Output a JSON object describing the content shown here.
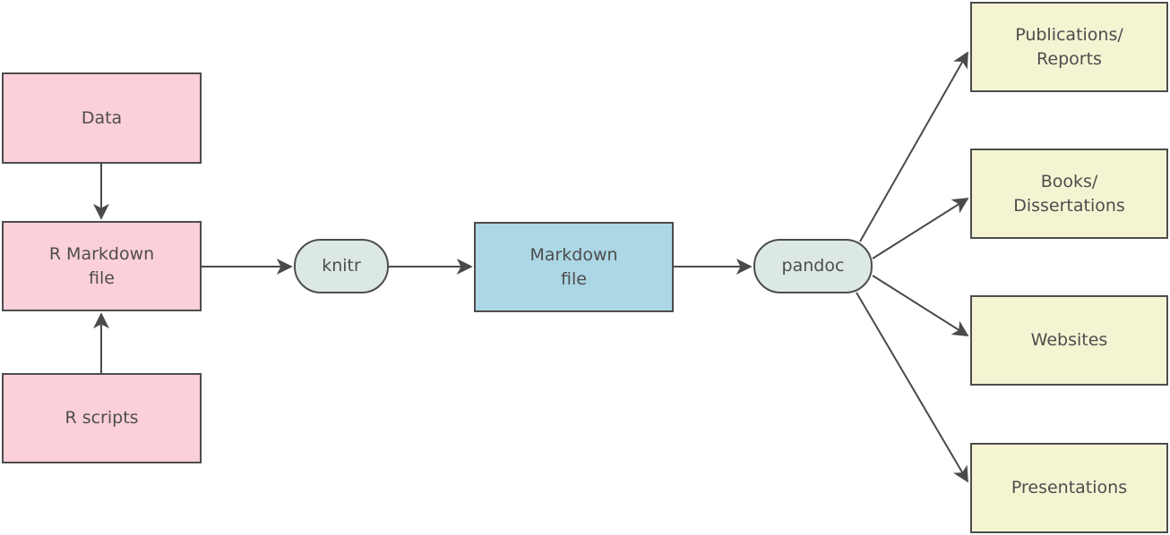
{
  "diagram": {
    "type": "flowchart",
    "description_of_flow": "Data and R scripts feed an R Markdown file, which knitr converts to a Markdown file, which pandoc converts to output formats"
  },
  "colors": {
    "source_fill": "#fbd0d9",
    "intermediate_fill": "#acd7e5",
    "tool_fill": "#dce9e3",
    "output_fill": "#f4f4d3",
    "border": "#4d4d4d",
    "text": "#4d4d4d",
    "arrow": "#4a4a4a",
    "background": "#ffffff"
  },
  "nodes": {
    "data": {
      "label": "Data",
      "shape": "rectangle",
      "fill": "#fbd0d9"
    },
    "r_markdown_file": {
      "label": "R Markdown\nfile",
      "shape": "rectangle",
      "fill": "#fbd0d9"
    },
    "r_scripts": {
      "label": "R scripts",
      "shape": "rectangle",
      "fill": "#fbd0d9"
    },
    "knitr": {
      "label": "knitr",
      "shape": "stadium",
      "fill": "#dce9e3"
    },
    "markdown_file": {
      "label": "Markdown\nfile",
      "shape": "rectangle",
      "fill": "#acd7e5"
    },
    "pandoc": {
      "label": "pandoc",
      "shape": "stadium",
      "fill": "#dce9e3"
    },
    "publications_reports": {
      "label": "Publications/\nReports",
      "shape": "rectangle",
      "fill": "#f4f4d3"
    },
    "books_dissertations": {
      "label": "Books/\nDissertations",
      "shape": "rectangle",
      "fill": "#f4f4d3"
    },
    "websites": {
      "label": "Websites",
      "shape": "rectangle",
      "fill": "#f4f4d3"
    },
    "presentations": {
      "label": "Presentations",
      "shape": "rectangle",
      "fill": "#f4f4d3"
    }
  },
  "edges": [
    {
      "from": "data",
      "to": "r_markdown_file"
    },
    {
      "from": "r_scripts",
      "to": "r_markdown_file"
    },
    {
      "from": "r_markdown_file",
      "to": "knitr"
    },
    {
      "from": "knitr",
      "to": "markdown_file"
    },
    {
      "from": "markdown_file",
      "to": "pandoc"
    },
    {
      "from": "pandoc",
      "to": "publications_reports"
    },
    {
      "from": "pandoc",
      "to": "books_dissertations"
    },
    {
      "from": "pandoc",
      "to": "websites"
    },
    {
      "from": "pandoc",
      "to": "presentations"
    }
  ]
}
